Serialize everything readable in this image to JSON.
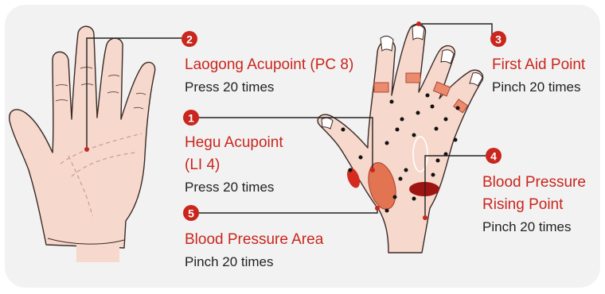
{
  "colors": {
    "accent": "#c9261d",
    "text": "#222222",
    "panel": "#f2f2f2",
    "skin": "#f6d8cc"
  },
  "points": [
    {
      "number": "1",
      "name_line1": "Hegu Acupoint",
      "name_line2": "(LI 4)",
      "detail": "Press 20 times"
    },
    {
      "number": "2",
      "name_line1": "Laogong Acupoint (PC 8)",
      "detail": "Press 20 times"
    },
    {
      "number": "3",
      "name_line1": "First Aid Point",
      "detail": "Pinch 20 times"
    },
    {
      "number": "4",
      "name_line1": "Blood Pressure",
      "name_line2": "Rising Point",
      "detail": "Pinch 20 times"
    },
    {
      "number": "5",
      "name_line1": "Blood Pressure Area",
      "detail": "Pinch 20 times"
    }
  ]
}
